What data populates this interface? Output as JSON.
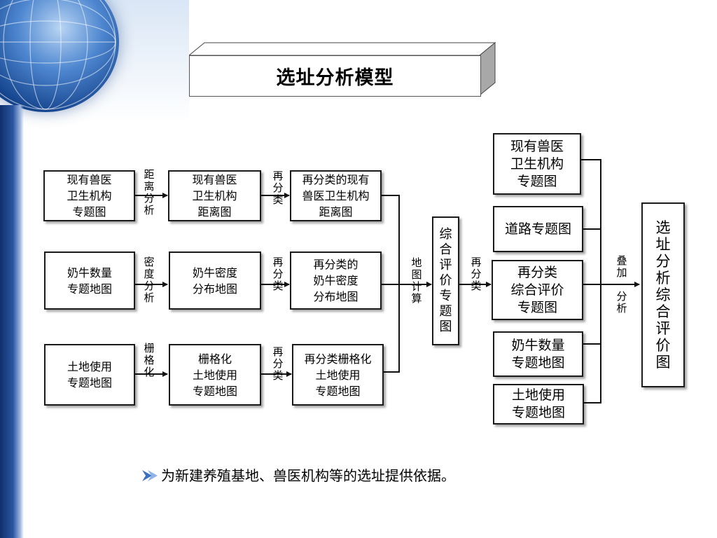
{
  "title": "选址分析模型",
  "footer": {
    "text": "为新建养殖基地、兽医机构等的选址提供依据。",
    "bullet_icon": "arrow-bullet-icon"
  },
  "colors": {
    "accent_blue": "#2b57a3",
    "bullet": "#3a6fc2"
  },
  "diagram": {
    "col1": {
      "vet": "现有兽医\n卫生机构\n专题图",
      "cow": "奶牛数量\n专题地图",
      "land": "土地使用\n专题地图"
    },
    "labels1": {
      "distance": "距\n离\n分\n析",
      "density": "密\n度\n分\n析",
      "grid": "栅\n格\n化"
    },
    "col2": {
      "vet": "现有兽医\n卫生机构\n距离图",
      "cow": "奶牛密度\n分布地图",
      "land": "栅格化\n土地使用\n专题地图"
    },
    "labels2": {
      "vet": "再\n分\n类",
      "cow": "再\n分\n类",
      "land": "再\n分\n类"
    },
    "col3": {
      "vet": "再分类的现有\n兽医卫生机构\n距离图",
      "cow": "再分类的\n奶牛密度\n分布地图",
      "land": "再分类栅格化\n土地使用\n专题地图"
    },
    "map_calc": "地\n图\n计\n算",
    "eval_map": "综\n合\n评\n价\n专\n题\n图",
    "reclass": "再\n分\n类",
    "col5": {
      "vet": "现有兽医\n卫生机构\n专题图",
      "road": "道路专题图",
      "eval": "再分类\n综合评价\n专题图",
      "cow": "奶牛数量\n专题地图",
      "land": "土地使用\n专题地图"
    },
    "overlay": "叠\n加\n\n分\n析",
    "final": "选\n址\n分\n析\n综\n合\n评\n价\n图"
  }
}
